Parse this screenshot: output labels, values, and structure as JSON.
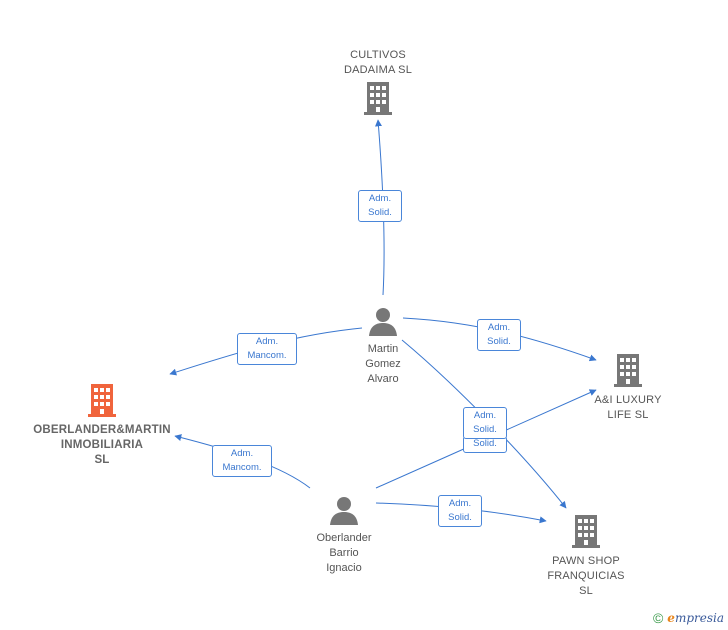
{
  "nodes": {
    "cultivos": {
      "label": "CULTIVOS\nDADAIMA  SL",
      "kind": "company"
    },
    "ai_luxury": {
      "label": "A&I LUXURY\nLIFE  SL",
      "kind": "company"
    },
    "oberlander_martin": {
      "label": "OBERLANDER&MARTIN\nINMOBILIARIA\nSL",
      "kind": "company",
      "highlight": true
    },
    "pawn_shop": {
      "label": "PAWN SHOP\nFRANQUICIAS\nSL",
      "kind": "company"
    },
    "martin": {
      "label": "Martin\nGomez\nAlvaro",
      "kind": "person"
    },
    "oberlander": {
      "label": "Oberlander\nBarrio\nIgnacio",
      "kind": "person"
    }
  },
  "badges": {
    "martin_cultivos": "Adm.\nSolid.",
    "martin_ai": "Adm.\nSolid.",
    "martin_om": "Adm.\nMancom.",
    "oberlander_om": "Adm.\nMancom.",
    "oberlander_pawn": "Adm.\nSolid.",
    "overlap_top": "Adm.\nSolid.",
    "overlap_bottom": "Solid."
  },
  "footer": {
    "copyright": "©",
    "brand_first": "e",
    "brand_rest": "mpresia"
  },
  "colors": {
    "edge": "#3a77cf",
    "icon_gray": "#777777",
    "icon_highlight": "#f0643c"
  }
}
